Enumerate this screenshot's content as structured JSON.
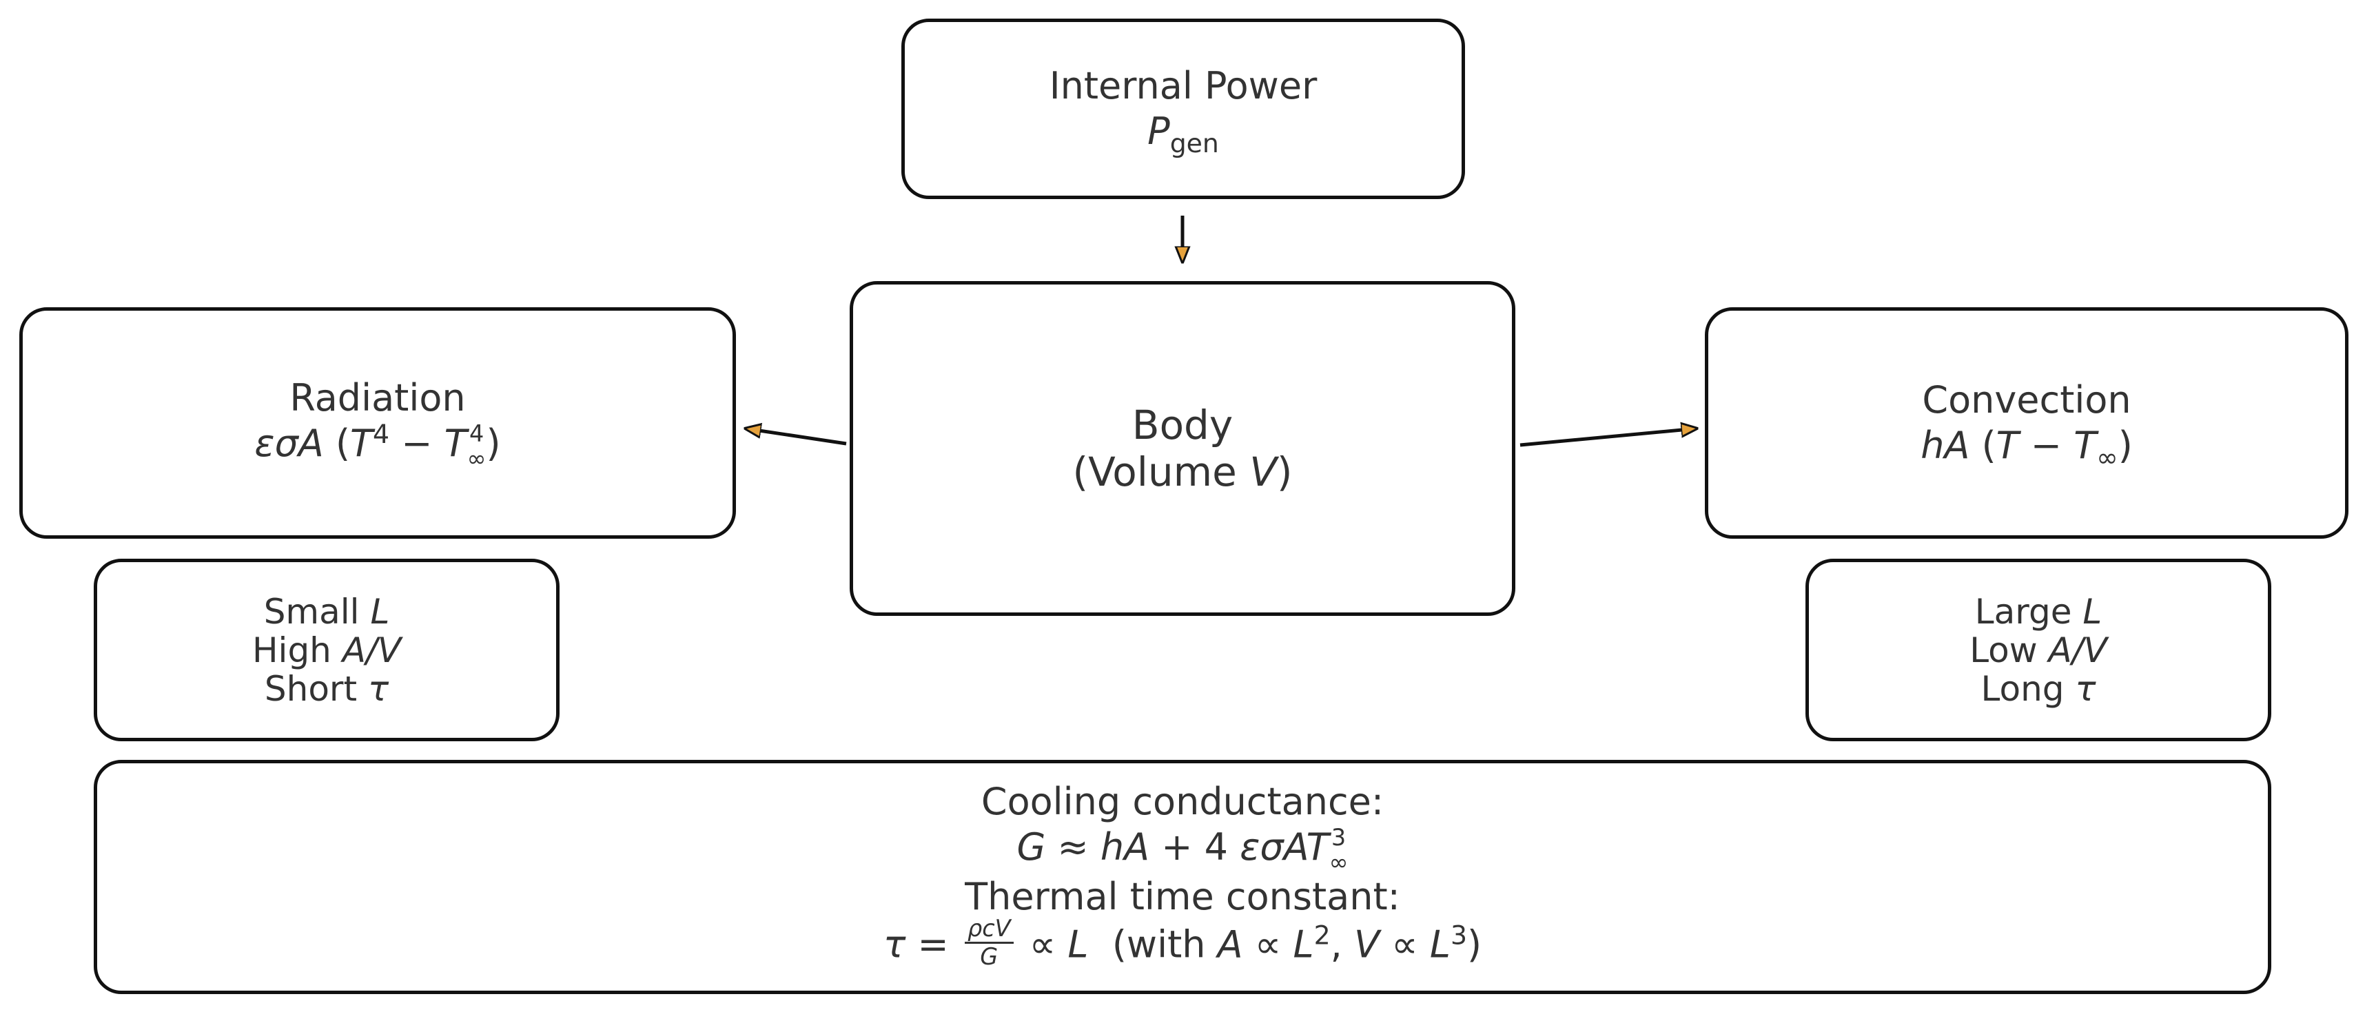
{
  "nodes": {
    "power": {
      "title": "Internal Power",
      "sym": "P",
      "sub": "gen"
    },
    "body": {
      "title": "Body",
      "open": "(Volume ",
      "var": "V",
      "close": ")"
    },
    "radiation": {
      "title": "Radiation",
      "eps": "ε",
      "sig": "σ",
      "A": "A",
      "lp": "(",
      "T": "T",
      "exp4": "4",
      "minus": " − ",
      "Tinf": "T",
      "inf": "∞",
      "exp4b": "4",
      "rp": ")"
    },
    "convection": {
      "title": "Convection",
      "h": "h",
      "A": "A",
      "lp": "(",
      "T": "T",
      "minus": " − ",
      "Tinf": "T",
      "inf": "∞",
      "rp": ")"
    },
    "small": {
      "l1a": "Small ",
      "l1b": "L",
      "l2a": "High ",
      "l2b": "A/V",
      "l3a": "Short ",
      "l3b": "τ"
    },
    "large": {
      "l1a": "Large ",
      "l1b": "L",
      "l2a": "Low ",
      "l2b": "A/V",
      "l3a": "Long ",
      "l3b": "τ"
    },
    "summary": {
      "line1": "Cooling conductance:",
      "G": "G",
      "approx": " ≈ ",
      "hA": "hA",
      "plus": " + 4 ",
      "es": "εσ",
      "AT": "AT",
      "inf": "∞",
      "exp3": "3",
      "line3": "Thermal time constant:",
      "tau": "τ",
      "eq": " = ",
      "num": "ρcV",
      "den": "G",
      "prop": " ∝ ",
      "L": "L",
      "with": "  (with ",
      "A2": "A",
      "prop2": " ∝ ",
      "L2": "L",
      "exp2": "2",
      "comma": ", ",
      "V3": "V",
      "prop3": " ∝ ",
      "L3": "L",
      "exp3b": "3",
      "rp": ")"
    }
  }
}
